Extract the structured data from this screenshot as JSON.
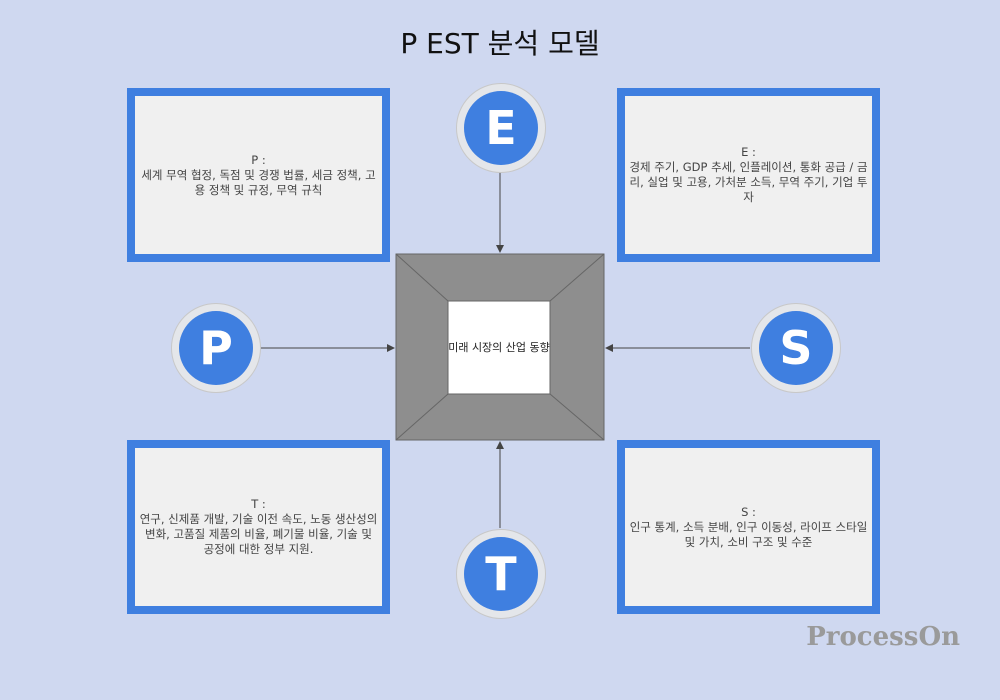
{
  "title": "P EST  분석  모델",
  "center": "미래 시장의 산업 동향",
  "factors": {
    "P": {
      "letter": "P",
      "heading": "P :",
      "text": "세계 무역 협정, 독점 및 경쟁 법률, 세금 정책, 고용 정책 및 규정, 무역 규칙"
    },
    "E": {
      "letter": "E",
      "heading": "E :",
      "text": "경제 주기, GDP 추세, 인플레이션, 통화 공급 / 금리, 실업 및 고용, 가처분 소득, 무역 주기, 기업 투자"
    },
    "T": {
      "letter": "T",
      "heading": "T :",
      "text": "연구, 신제품 개발, 기술 이전 속도, 노동 생산성의 변화, 고품질 제품의 비율, 폐기물 비율, 기술 및 공정에 대한 정부 지원."
    },
    "S": {
      "letter": "S",
      "heading": "S :",
      "text": "인구 통계, 소득 분배, 인구 이동성, 라이프 스타일 및 가치, 소비 구조 및 수준"
    }
  },
  "watermark": "ProcessOn",
  "colors": {
    "accent": "#3f7fe0",
    "background": "#cfd8f0",
    "center": "#8e8e8e"
  }
}
